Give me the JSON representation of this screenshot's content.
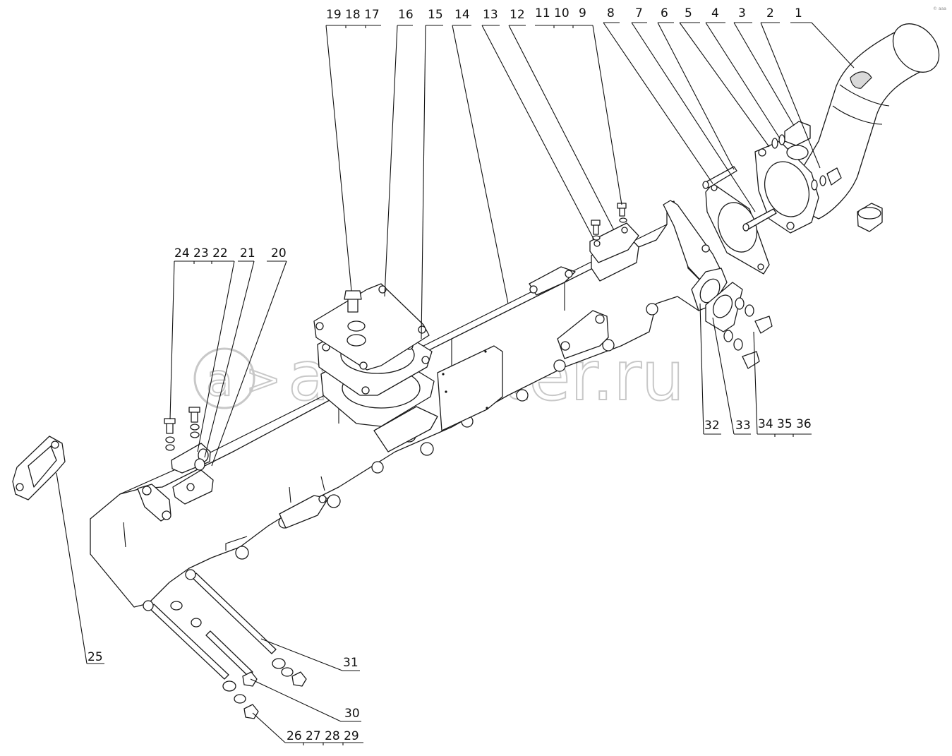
{
  "diagram": {
    "callouts": [
      {
        "id": "c1",
        "text": "1"
      },
      {
        "id": "c2",
        "text": "2"
      },
      {
        "id": "c3",
        "text": "3"
      },
      {
        "id": "c4",
        "text": "4"
      },
      {
        "id": "c5",
        "text": "5"
      },
      {
        "id": "c6",
        "text": "6"
      },
      {
        "id": "c7",
        "text": "7"
      },
      {
        "id": "c8",
        "text": "8"
      },
      {
        "id": "c9",
        "text": "9"
      },
      {
        "id": "c1110",
        "text": "11 10"
      },
      {
        "id": "c12",
        "text": "12"
      },
      {
        "id": "c13",
        "text": "13"
      },
      {
        "id": "c14",
        "text": "14"
      },
      {
        "id": "c15",
        "text": "15"
      },
      {
        "id": "c16",
        "text": "16"
      },
      {
        "id": "c191817",
        "text": "19 18 17"
      },
      {
        "id": "c242322",
        "text": "24 23 22"
      },
      {
        "id": "c21",
        "text": "21"
      },
      {
        "id": "c20",
        "text": "20"
      },
      {
        "id": "c25",
        "text": "25"
      },
      {
        "id": "c31",
        "text": "31"
      },
      {
        "id": "c30",
        "text": "30"
      },
      {
        "id": "c26272829",
        "text": "26 27 28 29"
      },
      {
        "id": "c32",
        "text": "32"
      },
      {
        "id": "c33",
        "text": "33"
      },
      {
        "id": "c343536",
        "text": "34 35 36"
      }
    ],
    "watermark": "autopiter.ru",
    "corner_mark": "© ааа"
  },
  "colors": {
    "line": "#1a1a1a",
    "watermark": "#c8c8c8",
    "background": "#ffffff"
  }
}
